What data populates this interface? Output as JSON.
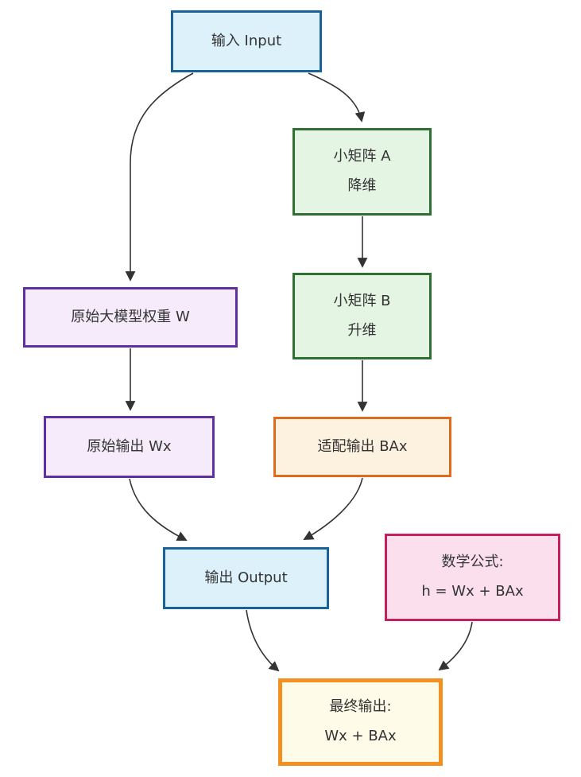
{
  "diagram": {
    "type": "flowchart",
    "topic": "LoRA forward pass: output h = Wx + BAx",
    "nodes": {
      "input": {
        "line1": "输入 Input"
      },
      "matrix_a": {
        "line1": "小矩阵 A",
        "line2": "降维"
      },
      "weight_w": {
        "line1": "原始大模型权重 W"
      },
      "matrix_b": {
        "line1": "小矩阵 B",
        "line2": "升维"
      },
      "output_wx": {
        "line1": "原始输出 Wx"
      },
      "output_bax": {
        "line1": "适配输出 BAx"
      },
      "output": {
        "line1": "输出 Output"
      },
      "formula": {
        "line1": "数学公式:",
        "line2": "h = Wx + BAx"
      },
      "final": {
        "line1": "最终输出:",
        "line2": "Wx + BAx"
      }
    },
    "edges": [
      {
        "from": "input",
        "to": "weight_w"
      },
      {
        "from": "input",
        "to": "matrix_a"
      },
      {
        "from": "matrix_a",
        "to": "matrix_b"
      },
      {
        "from": "weight_w",
        "to": "output_wx"
      },
      {
        "from": "matrix_b",
        "to": "output_bax"
      },
      {
        "from": "output_wx",
        "to": "output"
      },
      {
        "from": "output_bax",
        "to": "output"
      },
      {
        "from": "output",
        "to": "final"
      },
      {
        "from": "formula",
        "to": "final"
      }
    ],
    "colors": {
      "blue_fill": "#ddf1fb",
      "blue_border": "#1a6398",
      "green_fill": "#e5f5e4",
      "green_border": "#2e7031",
      "purple_fill": "#f5ebfa",
      "purple_border": "#6030a0",
      "orange_fill": "#fdf1e0",
      "orange_border": "#dd6b20",
      "pink_fill": "#fbdfec",
      "pink_border": "#c51f5d",
      "yellow_fill": "#fefce8",
      "final_border": "#f29122",
      "edge": "#333333",
      "text": "#333333"
    }
  }
}
